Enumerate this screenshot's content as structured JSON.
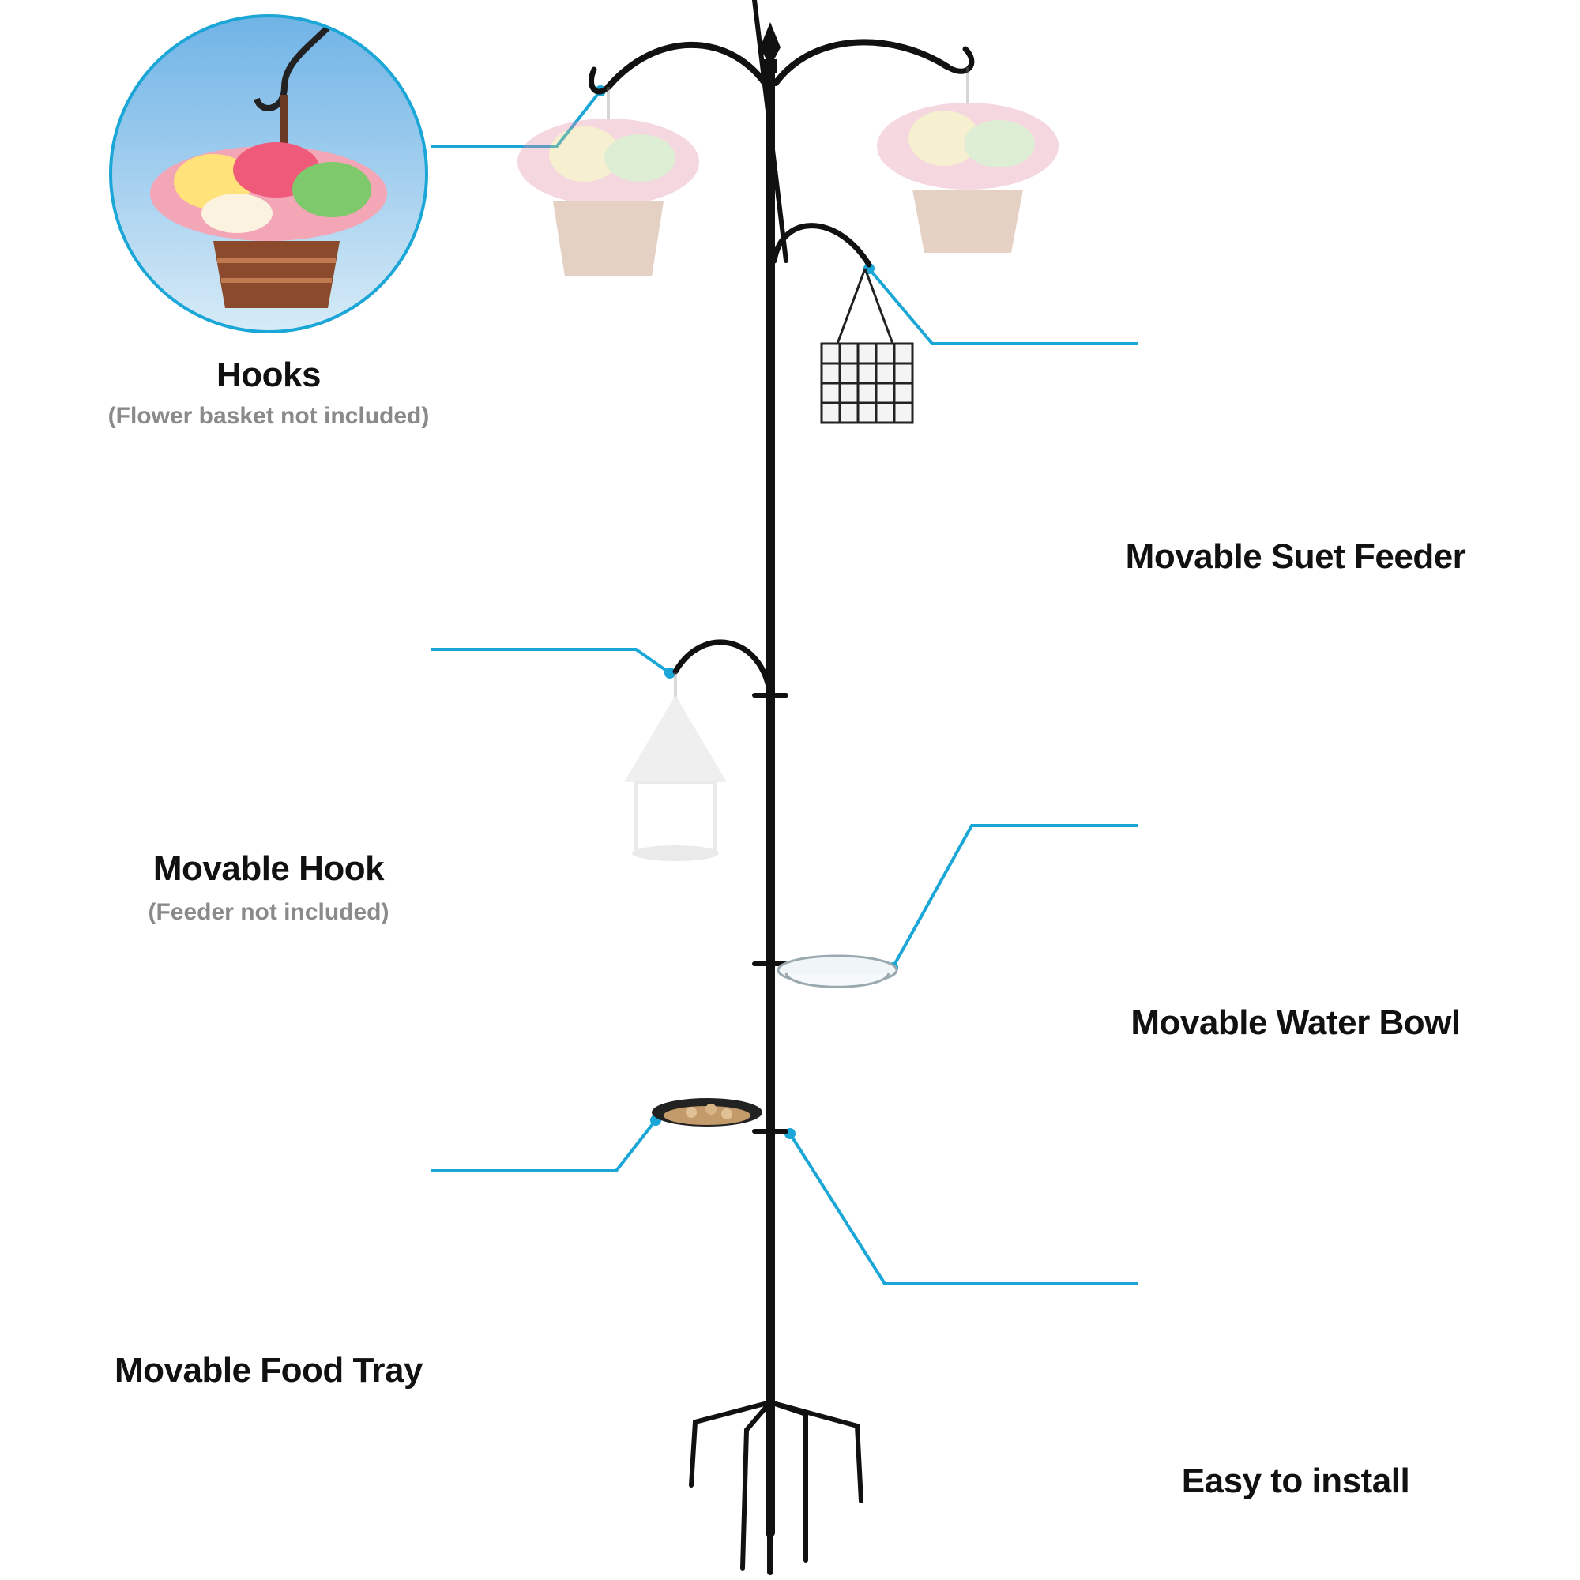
{
  "colors": {
    "accent": "#1aa6d6",
    "pole": "#111111",
    "label": "#111111",
    "sublabel": "#8a8a8a"
  },
  "features": {
    "hooks": {
      "title": "Hooks",
      "note": "(Flower basket not included)"
    },
    "suet": {
      "title": "Movable Suet Feeder"
    },
    "hook": {
      "title": "Movable Hook",
      "note": "(Feeder not included)"
    },
    "water": {
      "title": "Movable Water Bowl"
    },
    "tray": {
      "title": "Movable Food Tray"
    },
    "install": {
      "title": "Easy to install"
    }
  }
}
